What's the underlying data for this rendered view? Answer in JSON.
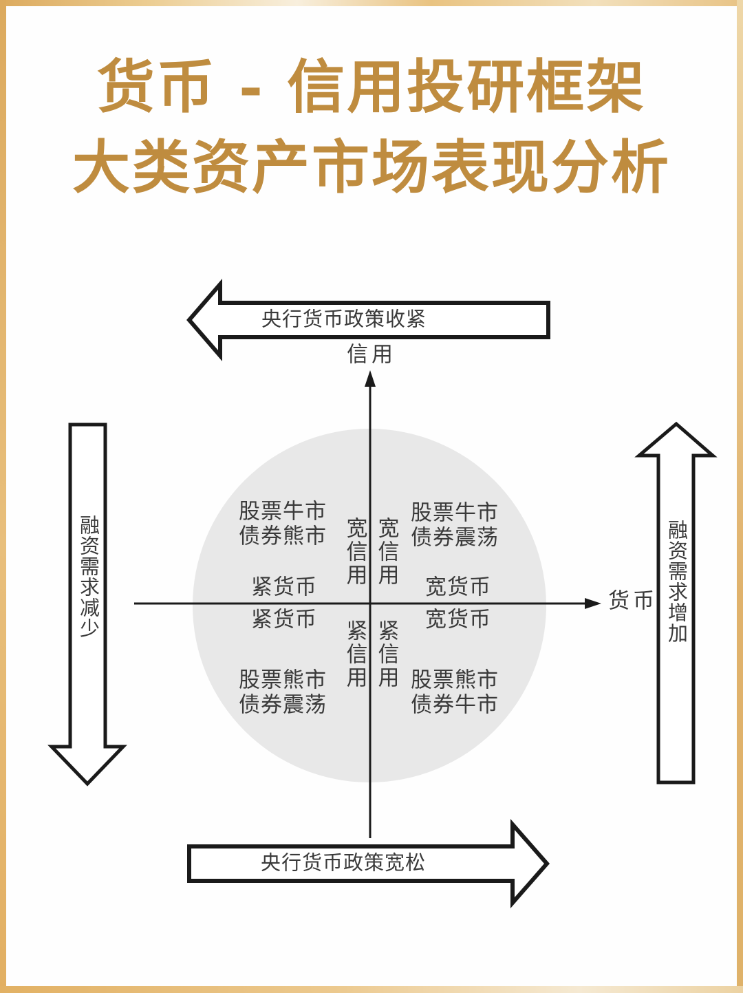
{
  "title": {
    "line1": "货币 - 信用投研框架",
    "line2": "大类资产市场表现分析"
  },
  "diagram": {
    "axis": {
      "vertical": "信用",
      "horizontal": "货币"
    },
    "banners": {
      "top": "央行货币政策收紧",
      "bottom": "央行货币政策宽松",
      "left": "融资需求减少",
      "right": "融资需求增加"
    },
    "quadrants": {
      "top_left": {
        "line1": "股票牛市",
        "line2": "债券熊市",
        "money": "紧货币",
        "credit": "宽信用"
      },
      "top_right": {
        "line1": "股票牛市",
        "line2": "债券震荡",
        "money": "宽货币",
        "credit": "宽信用"
      },
      "bottom_left": {
        "line1": "股票熊市",
        "line2": "债券震荡",
        "money": "紧货币",
        "credit": "紧信用"
      },
      "bottom_right": {
        "line1": "股票熊市",
        "line2": "债券牛市",
        "money": "宽货币",
        "credit": "紧信用"
      }
    },
    "colors": {
      "title_gold": "#bf8c3f",
      "frame_gold": "#e2b36b",
      "circle_fill": "#e8e8e8",
      "line_black": "#1a1a1a",
      "text_dark": "#3a3a3a"
    }
  }
}
